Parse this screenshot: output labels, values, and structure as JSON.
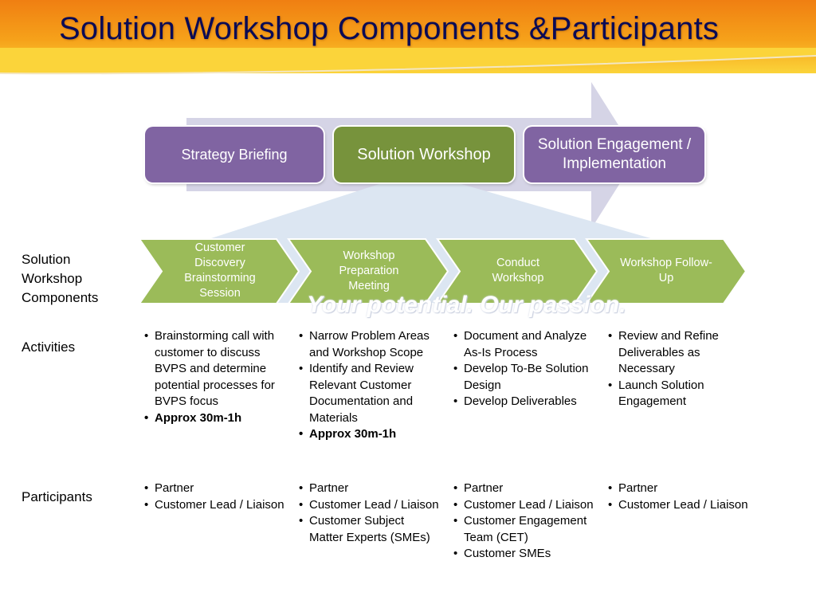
{
  "title": "Solution Workshop Components &Participants",
  "watermark": "Your potential. Our passion.",
  "phases": [
    {
      "label": "Strategy Briefing"
    },
    {
      "label": "Solution Workshop"
    },
    {
      "label": "Solution Engagement / Implementation"
    }
  ],
  "components_label": "Solution Workshop Components",
  "components": [
    {
      "label": "Customer Discovery Brainstorming Session"
    },
    {
      "label": "Workshop Preparation Meeting"
    },
    {
      "label": "Conduct Workshop"
    },
    {
      "label": "Workshop Follow-Up"
    }
  ],
  "activities_label": "Activities",
  "activities": [
    {
      "items": [
        {
          "text": "Brainstorming call with customer to discuss BVPS and determine potential processes for BVPS focus",
          "bold": false
        },
        {
          "text": "Approx 30m-1h",
          "bold": true
        }
      ]
    },
    {
      "items": [
        {
          "text": "Narrow Problem Areas and Workshop Scope",
          "bold": false
        },
        {
          "text": "Identify and Review Relevant Customer Documentation and Materials",
          "bold": false
        },
        {
          "text": "Approx 30m-1h",
          "bold": true
        }
      ]
    },
    {
      "items": [
        {
          "text": "Document and Analyze As-Is Process",
          "bold": false
        },
        {
          "text": "Develop To-Be Solution Design",
          "bold": false
        },
        {
          "text": "Develop Deliverables",
          "bold": false
        }
      ]
    },
    {
      "items": [
        {
          "text": "Review and Refine Deliverables as Necessary",
          "bold": false
        },
        {
          "text": "Launch Solution Engagement",
          "bold": false
        }
      ]
    }
  ],
  "participants_label": "Participants",
  "participants": [
    {
      "items": [
        {
          "text": "Partner",
          "bold": false
        },
        {
          "text": "Customer Lead / Liaison",
          "bold": false
        }
      ]
    },
    {
      "items": [
        {
          "text": "Partner",
          "bold": false
        },
        {
          "text": "Customer Lead / Liaison",
          "bold": false
        },
        {
          "text": "Customer Subject Matter Experts (SMEs)",
          "bold": false
        }
      ]
    },
    {
      "items": [
        {
          "text": "Partner",
          "bold": false
        },
        {
          "text": "Customer Lead / Liaison",
          "bold": false
        },
        {
          "text": "Customer Engagement Team (CET)",
          "bold": false
        },
        {
          "text": "Customer SMEs",
          "bold": false
        }
      ]
    },
    {
      "items": [
        {
          "text": "Partner",
          "bold": false
        },
        {
          "text": "Customer Lead / Liaison",
          "bold": false
        }
      ]
    }
  ],
  "colors": {
    "header_orange": "#f07f12",
    "header_yellow": "#fbd43a",
    "title_navy": "#0b0b55",
    "phase_purple": "#8064a2",
    "phase_green": "#77933c",
    "chevron_green": "#9bbb59",
    "big_arrow": "#d5d4e6",
    "funnel_blue": "#dce6f2"
  }
}
